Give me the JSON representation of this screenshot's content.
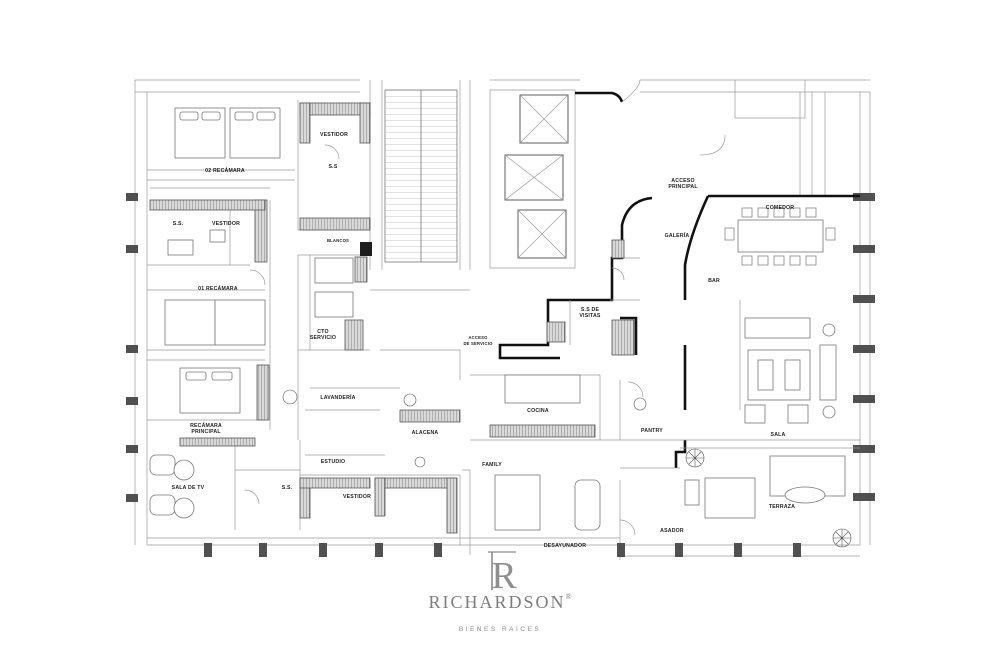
{
  "brand": {
    "name": "RICHARDSON",
    "registered_mark": "®",
    "tagline": "BIENES RAICES",
    "monogram": "R"
  },
  "rooms": {
    "vestidor_top": "VESTIDOR",
    "ss_top": "S.S",
    "recamara_02": "02 RECÁMARA",
    "ss_left": "S.S.",
    "vestidor_left": "VESTIDOR",
    "blancos": "BLANCOS",
    "recamara_01": "01 RECÁMARA",
    "cto_servicio_1": "CTO",
    "cto_servicio_2": "SERVICIO",
    "acceso_servicio_1": "ACCESO",
    "acceso_servicio_2": "DE SERVICIO",
    "acceso_principal_1": "ACCESO",
    "acceso_principal_2": "PRINCIPAL",
    "galeria": "GALERÍA",
    "comedor": "COMEDOR",
    "bar": "BAR",
    "ss_visitas_1": "S.S DE",
    "ss_visitas_2": "VISITAS",
    "lavanderia": "LAVANDERÍA",
    "alacena": "ALACENA",
    "cocina": "COCINA",
    "pantry": "PANTRY",
    "sala": "SALA",
    "recamara_principal_1": "RECÁMARA",
    "recamara_principal_2": "PRINCIPAL",
    "estudio": "ESTUDIO",
    "family": "FAMILY",
    "sala_de_tv": "SALA DE TV",
    "ss_bottom": "S.S.",
    "vestidor_bottom": "VESTIDOR",
    "desayunador": "DESAYUNADOR",
    "asador": "ASADOR",
    "terraza": "TERRAZA"
  }
}
